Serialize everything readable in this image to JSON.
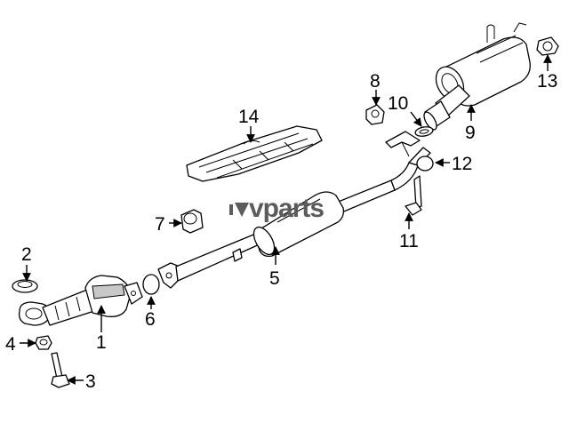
{
  "diagram": {
    "watermark": "vparts",
    "callouts": [
      "1",
      "2",
      "3",
      "4",
      "5",
      "6",
      "7",
      "8",
      "9",
      "10",
      "11",
      "12",
      "13",
      "14"
    ]
  }
}
